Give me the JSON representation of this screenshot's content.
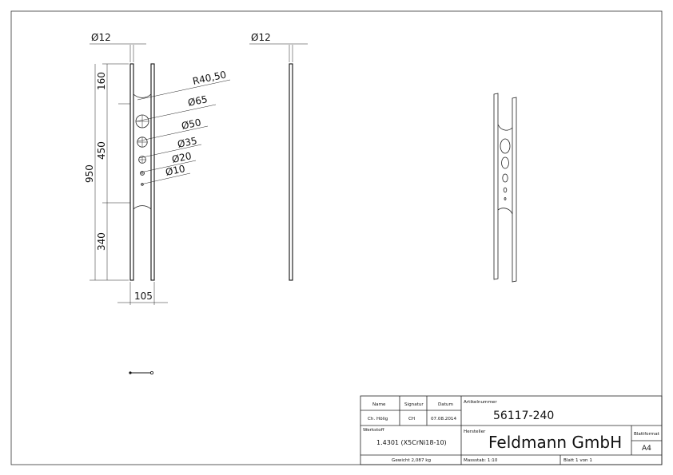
{
  "views": {
    "front": {
      "dims": {
        "thickness": "Ø12",
        "top_segment": "160",
        "mid_segment": "450",
        "total_height": "950",
        "bottom_segment": "340",
        "width": "105"
      },
      "callouts": [
        "R40,50",
        "Ø65",
        "Ø50",
        "Ø35",
        "Ø20",
        "Ø10"
      ]
    },
    "side": {
      "dims": {
        "thickness": "Ø12"
      }
    }
  },
  "title_block": {
    "name_label": "Name",
    "signature_label": "Signatur",
    "date_label": "Datum",
    "name_value": "Ch. Hölig",
    "signature_value": "CH",
    "date_value": "07.08.2014",
    "article_label": "Artikelnummer",
    "article_value": "56117-240",
    "material_label": "Werkstoff",
    "material_value": "1.4301 (X5CrNi18-10)",
    "manufacturer_label": "Hersteller",
    "manufacturer_value": "Feldmann GmbH",
    "format_label": "Blattformat",
    "format_value": "A4",
    "weight_value": "Gewicht 2,087 kg",
    "scale_value": "Massstab: 1:10",
    "sheet_value": "Blatt 1 von 1"
  }
}
